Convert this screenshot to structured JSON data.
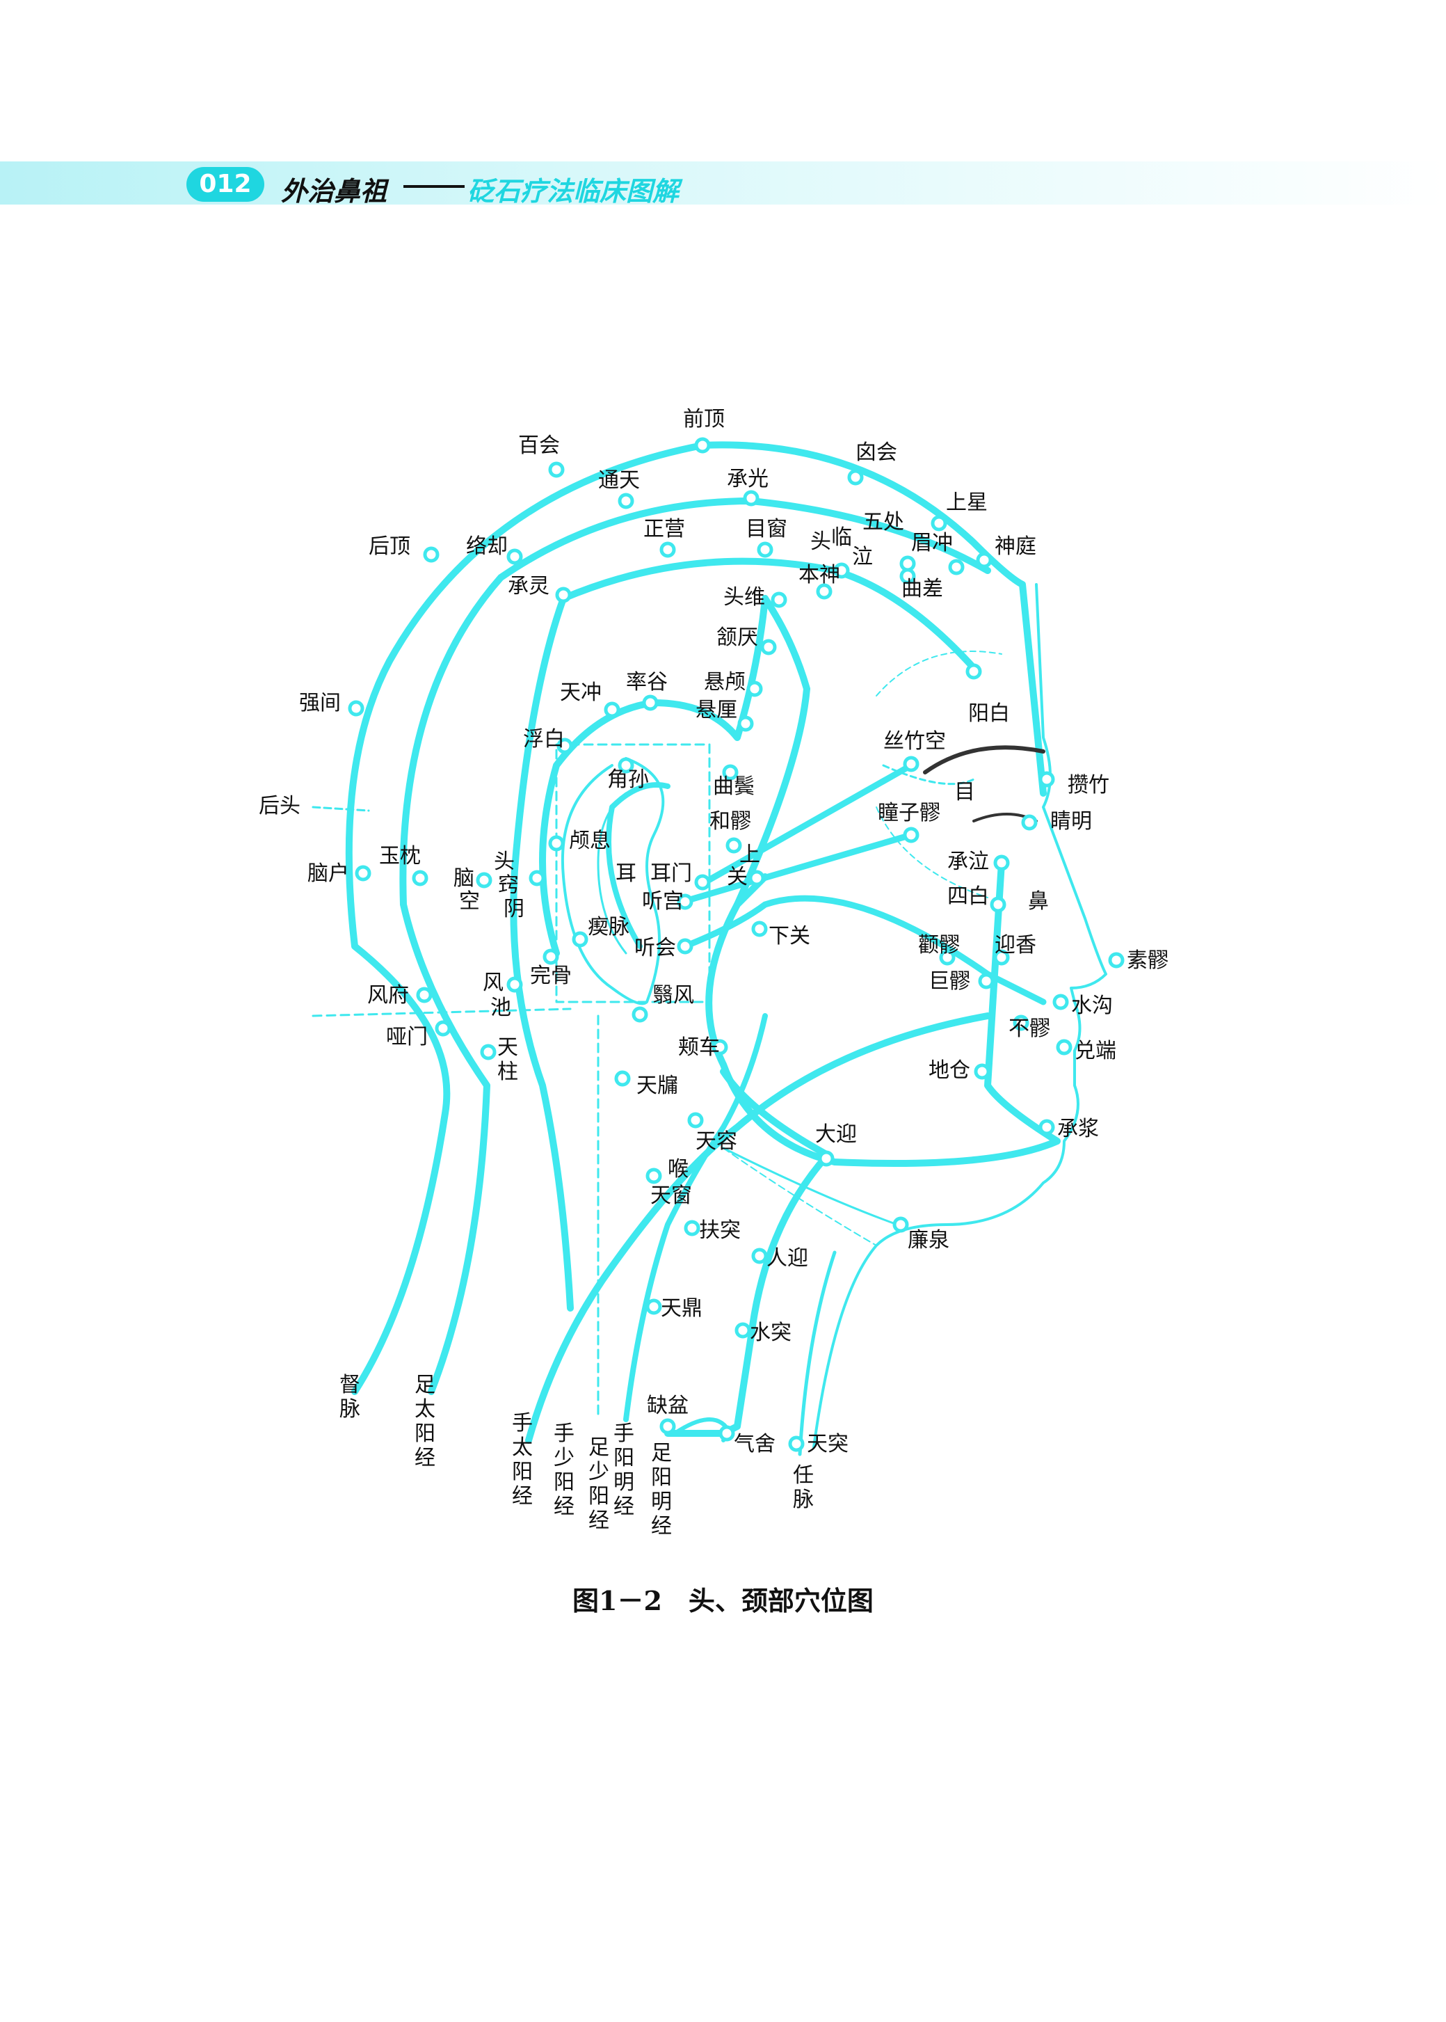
{
  "header": {
    "page_number": "012",
    "book_title": "外治鼻祖",
    "book_subtitle": "砭石疗法临床图解"
  },
  "figure": {
    "caption": "图1－2　头、颈部穴位图"
  },
  "colors": {
    "meridian": "#3fe8ee",
    "accent": "#1fd6e0",
    "outline": "#3fe8ee",
    "text": "#111111"
  },
  "labels": {
    "qianding": "前顶",
    "baihui": "百会",
    "xinhui": "囟会",
    "tongtian": "通天",
    "chengguang": "承光",
    "shangxing": "上星",
    "wuchu": "五处",
    "shenting": "神庭",
    "houding": "后顶",
    "luoque": "络却",
    "zhengying": "正营",
    "muchuang": "目窗",
    "toulinqi_1": "头",
    "toulinqi_2": "临",
    "toulinqi_3": "泣",
    "meichong": "眉冲",
    "benshen": "本神",
    "qucha": "曲差",
    "chengling": "承灵",
    "touwei": "头维",
    "hanyan": "颔厌",
    "xuanlu": "悬颅",
    "xuanli": "悬厘",
    "tianchong": "天冲",
    "shuaigu": "率谷",
    "qiangjian": "强间",
    "fubai": "浮白",
    "yangbai": "阳白",
    "sizhukong": "丝竹空",
    "houtou": "后头",
    "jiaosun": "角孙",
    "qubin": "曲鬓",
    "mu": "目",
    "zanzhu": "攒竹",
    "heliao": "和髎",
    "tongziliao": "瞳子髎",
    "jingming": "睛明",
    "naohu": "脑户",
    "yuzhen": "玉枕",
    "naokong_1": "脑",
    "naokong_2": "空",
    "touqiaoyin_1": "头",
    "touqiaoyin_2": "窍",
    "touqiaoyin_3": "阴",
    "luxi": "颅息",
    "er": "耳",
    "ermen": "耳门",
    "shangguan_1": "上",
    "shangguan_2": "关",
    "chengqi": "承泣",
    "sibai": "四白",
    "bi": "鼻",
    "tinggong": "听宫",
    "qimai": "瘈脉",
    "tinghui": "听会",
    "xiaguan": "下关",
    "quanliao": "颧髎",
    "yingxiang": "迎香",
    "suliao": "素髎",
    "wangu": "完骨",
    "fengchi_1": "风",
    "fengchi_2": "池",
    "fengfu": "风府",
    "yifeng": "翳风",
    "juliao": "巨髎",
    "shuigou": "水沟",
    "yamen": "哑门",
    "tianzhu_1": "天",
    "tianzhu_2": "柱",
    "jiache": "颊车",
    "buliao": "不髎",
    "duiduan": "兑端",
    "tianyou": "天牖",
    "dicang": "地仓",
    "tianrong": "天容",
    "daying": "大迎",
    "chengjiang": "承浆",
    "hou": "喉",
    "tianchuang": "天窗",
    "lianquan": "廉泉",
    "futu": "扶突",
    "renying": "人迎",
    "tianding": "天鼎",
    "shuitu": "水突",
    "queque": "缺盆",
    "qishe": "气舍",
    "tiantu": "天突",
    "dumai_1": "督",
    "dumai_2": "脉",
    "zutaiyang_1": "足",
    "zutaiyang_2": "太",
    "zutaiyang_3": "阳",
    "zutaiyang_4": "经",
    "shoutaiyang_1": "手",
    "shoutaiyang_2": "太",
    "shoutaiyang_3": "阳",
    "shoutaiyang_4": "经",
    "shoushaoyang_1": "手",
    "shoushaoyang_2": "少",
    "shoushaoyang_3": "阳",
    "shoushaoyang_4": "经",
    "zushaoyang_1": "足",
    "zushaoyang_2": "少",
    "zushaoyang_3": "阳",
    "zushaoyang_4": "经",
    "shouyangming_1": "手",
    "shouyangming_2": "阳",
    "shouyangming_3": "明",
    "shouyangming_4": "经",
    "zuyangming_1": "足",
    "zuyangming_2": "阳",
    "zuyangming_3": "明",
    "zuyangming_4": "经",
    "renmai_1": "任",
    "renmai_2": "脉"
  }
}
